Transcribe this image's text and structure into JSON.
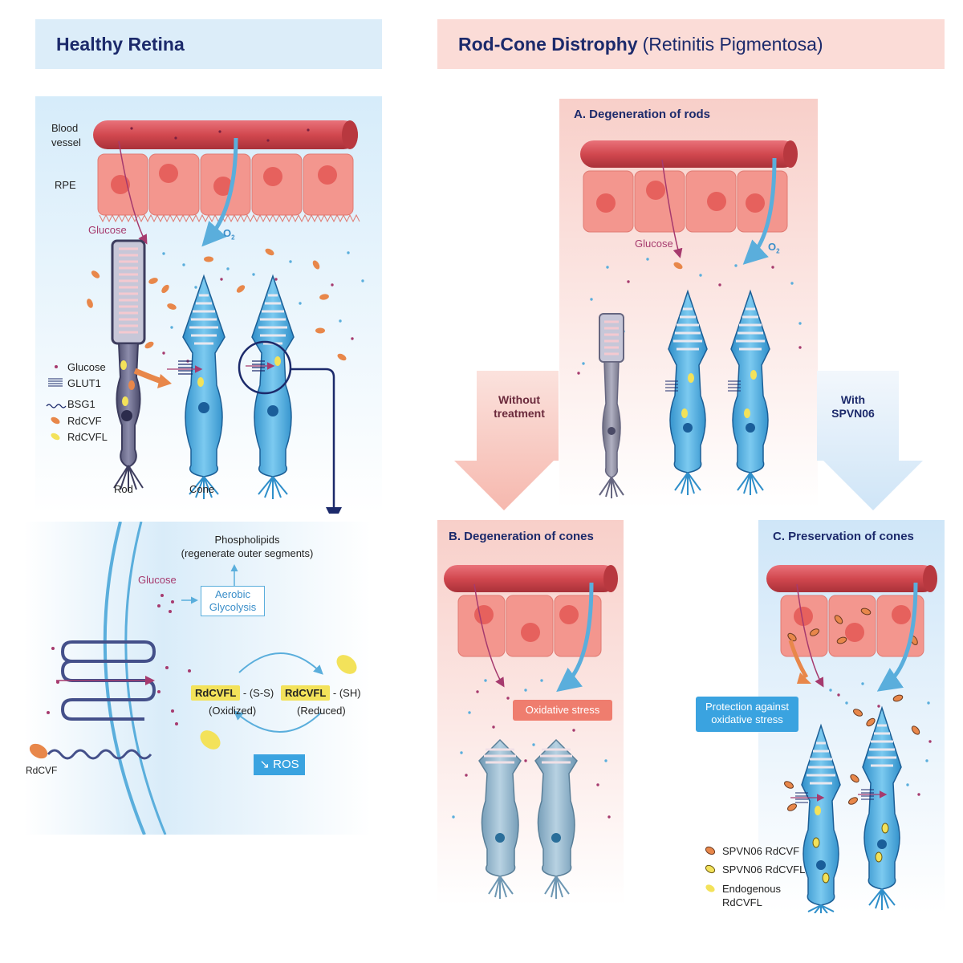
{
  "headers": {
    "healthy": "Healthy Retina",
    "disease_bold": "Rod-Cone Distrophy",
    "disease_sub": "(Retinitis Pigmentosa)"
  },
  "healthy": {
    "blood_vessel": "Blood vessel",
    "rpe": "RPE",
    "glucose": "Glucose",
    "o2": "O",
    "o2_sub": "2",
    "legend": {
      "glucose": "Glucose",
      "glut1": "GLUT1",
      "bsg1": "BSG1",
      "rdcvf": "RdCVF",
      "rdcvfl": "RdCVFL"
    },
    "rod": "Rod",
    "cone": "Cone"
  },
  "zoom": {
    "phospholipids": "Phospholipids",
    "regenerate": "(regenerate outer segments)",
    "glucose": "Glucose",
    "aerobic": "Aerobic",
    "glycolysis": "Glycolysis",
    "rdcvfl_a": "RdCVFL",
    "ss": "- (S-S)",
    "oxidized": "(Oxidized)",
    "rdcvfl_b": "RdCVFL",
    "sh": "- (SH)",
    "reduced": "(Reduced)",
    "ros": "ROS",
    "rdcvf": "RdCVF"
  },
  "panelA": {
    "title": "A. Degeneration of rods",
    "glucose": "Glucose",
    "o2": "O",
    "o2_sub": "2"
  },
  "arrows": {
    "without_1": "Without",
    "without_2": "treatment",
    "with_1": "With",
    "with_2": "SPVN06"
  },
  "panelB": {
    "title": "B. Degeneration of cones",
    "stress": "Oxidative stress"
  },
  "panelC": {
    "title": "C. Preservation of cones",
    "protect_1": "Protection against",
    "protect_2": "oxidative stress",
    "legend": {
      "spvn_rdcvf": "SPVN06 RdCVF",
      "spvn_rdcvfl": "SPVN06 RdCVFL",
      "endo_1": "Endogenous",
      "endo_2": "RdCVFL"
    }
  },
  "colors": {
    "navy": "#1c2a6b",
    "vessel": "#d9545c",
    "rpe": "#f3968e",
    "cone": "#5bb6e3",
    "rod": "#6b6b8c",
    "rdcvf": "#e8874a",
    "rdcvfl": "#f3e25a",
    "glucose_dot": "#a63a6e",
    "o2_dot": "#5aaedc"
  }
}
